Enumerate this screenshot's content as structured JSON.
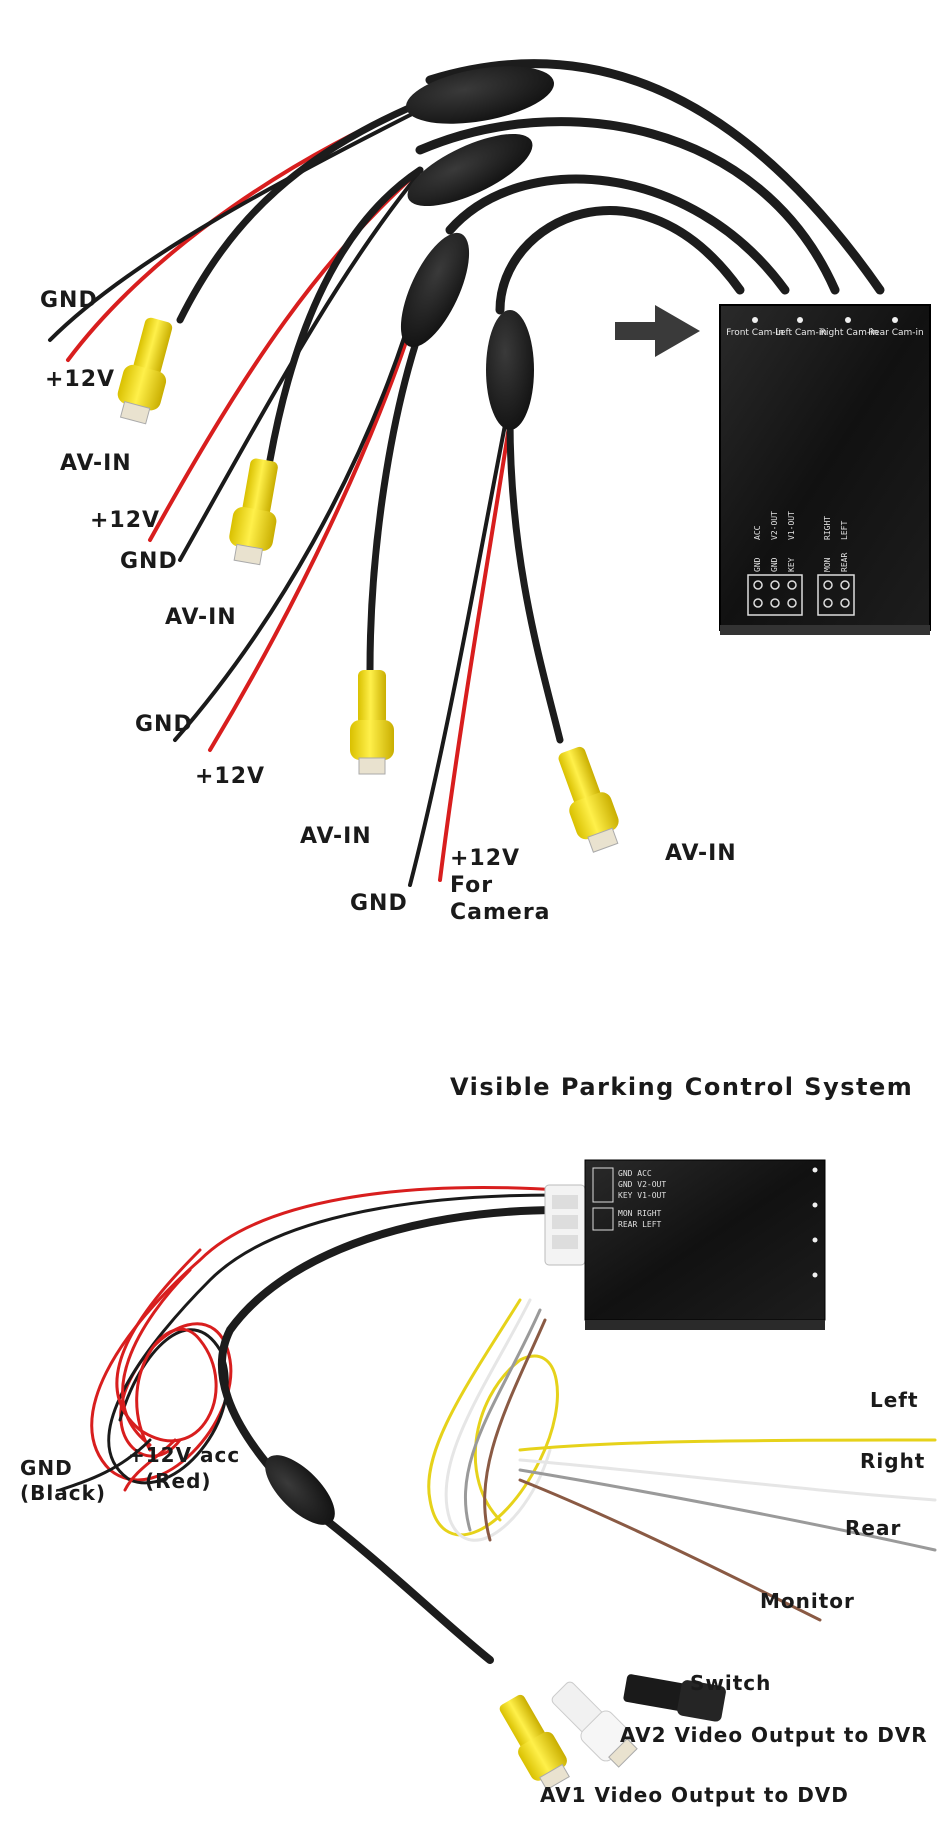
{
  "top": {
    "box_ports": [
      "Front Cam-in",
      "Left Cam-in",
      "Right Cam-in",
      "Rear Cam-in"
    ],
    "pin_labels_left": [
      "GND",
      "ACC",
      "GND",
      "V2-OUT",
      "KEY",
      "V1-OUT"
    ],
    "pin_labels_right": [
      "MON",
      "RIGHT",
      "REAR",
      "LEFT"
    ],
    "labels": {
      "gnd1": "GND",
      "v12_1": "+12V",
      "avin1": "AV-IN",
      "v12_2": "+12V",
      "gnd2": "GND",
      "avin2": "AV-IN",
      "gnd3": "GND",
      "v12_3": "+12V",
      "avin3": "AV-IN",
      "gnd4": "GND",
      "v12_4": "+12V",
      "for": "For",
      "camera": "Camera",
      "avin4": "AV-IN"
    }
  },
  "bottom": {
    "title": "Visible Parking Control System",
    "labels": {
      "left": "Left",
      "right": "Right",
      "rear": "Rear",
      "monitor": "Monitor",
      "gnd": "GND",
      "black": "(Black)",
      "acc": "+12V acc",
      "red": "(Red)",
      "switch": "Switch",
      "av2": "AV2 Video Output to DVR",
      "av1": "AV1 Video Output to DVD"
    },
    "box_pins": [
      "GND ACC",
      "GND V2-OUT",
      "KEY V1-OUT",
      "MON RIGHT",
      "REAR LEFT"
    ]
  },
  "colors": {
    "cable_black": "#1c1c1c",
    "wire_red": "#d81e1e",
    "rca_yellow": "#f2dd0c",
    "box_black": "#151515",
    "wire_brown": "#8a5a44",
    "wire_white": "#e6e6e6",
    "wire_grey": "#9a9a9a"
  }
}
